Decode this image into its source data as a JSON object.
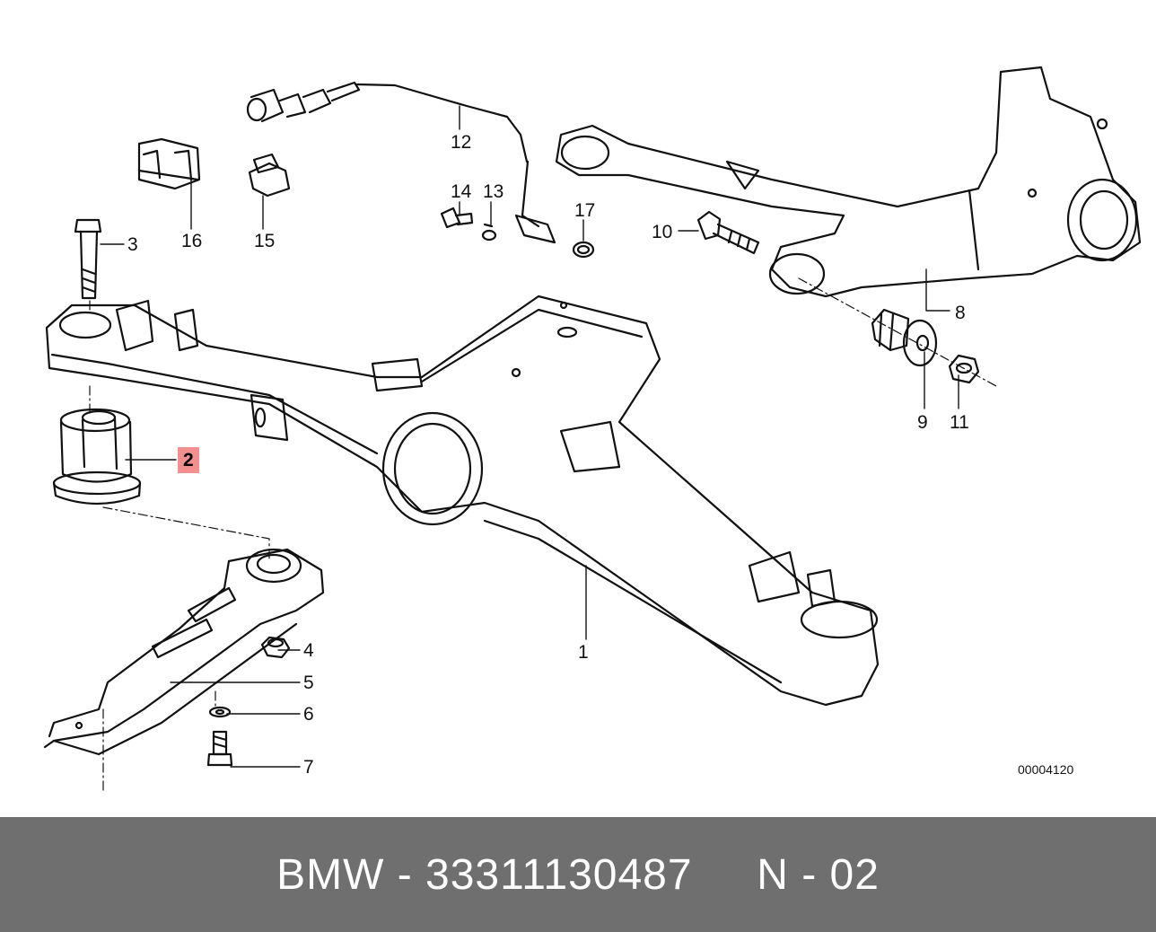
{
  "callouts": {
    "c1": "1",
    "c2": "2",
    "c3": "3",
    "c4": "4",
    "c5": "5",
    "c6": "6",
    "c7": "7",
    "c8": "8",
    "c9": "9",
    "c10": "10",
    "c11": "11",
    "c12": "12",
    "c13": "13",
    "c14": "14",
    "c15": "15",
    "c16": "16",
    "c17": "17"
  },
  "highlighted_part": "2",
  "figure_code": "00004120",
  "footer": {
    "text": "BMW - 33311130487     N - 02"
  },
  "colors": {
    "highlight": "#f48f8f",
    "footer_bg": "#6f6f6f",
    "footer_text": "#ffffff",
    "line_art": "#111111"
  }
}
